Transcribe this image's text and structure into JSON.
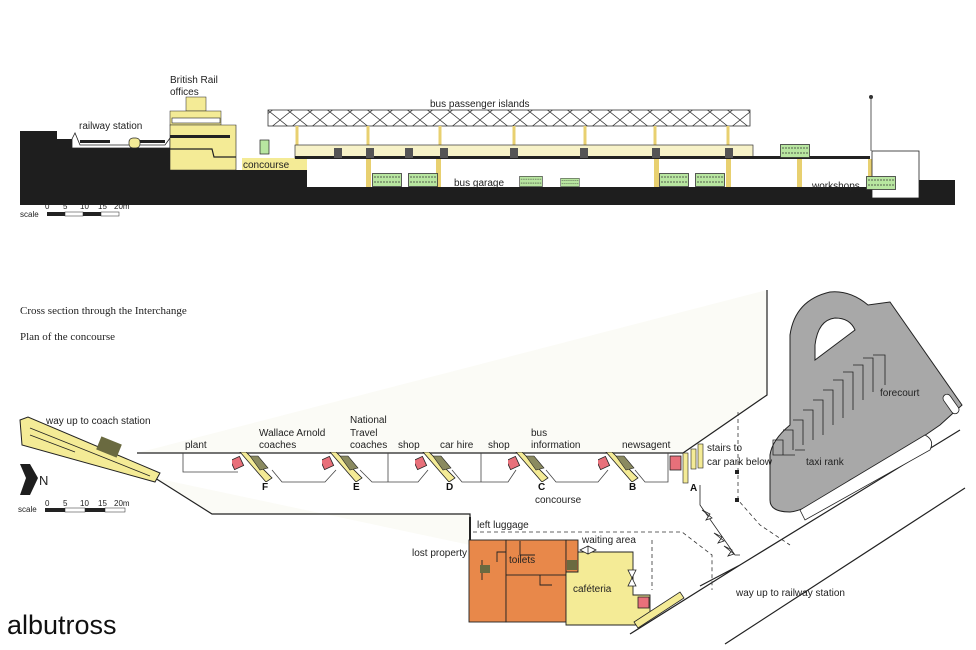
{
  "section": {
    "british_rail_line1": "British Rail",
    "british_rail_line2": "offices",
    "railway_station": "railway station",
    "bus_passenger_islands": "bus passenger islands",
    "concourse": "concourse",
    "bus_garage": "bus garage",
    "workshops": "workshops",
    "scale_label": "scale",
    "scale_ticks": [
      "0",
      "5",
      "10",
      "15",
      "20m"
    ]
  },
  "captions": {
    "cross_section": "Cross section through the Interchange",
    "plan": "Plan of the concourse"
  },
  "plan": {
    "way_up_coach": "way up to coach station",
    "north": "N",
    "scale_label": "scale",
    "scale_ticks": [
      "0",
      "5",
      "10",
      "15",
      "20m"
    ],
    "units": {
      "plant": "plant",
      "wallace_1": "Wallace Arnold",
      "wallace_2": "coaches",
      "national_1": "National",
      "national_2": "Travel",
      "national_3": "coaches",
      "shop1": "shop",
      "car_hire": "car hire",
      "shop2": "shop",
      "bus_info_1": "bus",
      "bus_info_2": "information",
      "newsagent": "newsagent"
    },
    "stair_letters": [
      "F",
      "E",
      "D",
      "C",
      "B",
      "A"
    ],
    "stairs_car_park_1": "stairs to",
    "stairs_car_park_2": "car park below",
    "forecourt": "forecourt",
    "taxi_rank": "taxi rank",
    "concourse": "concourse",
    "left_luggage": "left luggage",
    "waiting_area": "waiting area",
    "lost_property": "lost property",
    "toilets": "toilets",
    "cafeteria": "caféteria",
    "way_up_railway": "way up to railway station"
  },
  "watermark": "albutross",
  "colors": {
    "ground": "#1e1e1e",
    "yellow": "#f4eb96",
    "orange": "#e8884a",
    "pink": "#e8707a",
    "green": "#b8e6a0",
    "grey": "#a8a8a8"
  }
}
